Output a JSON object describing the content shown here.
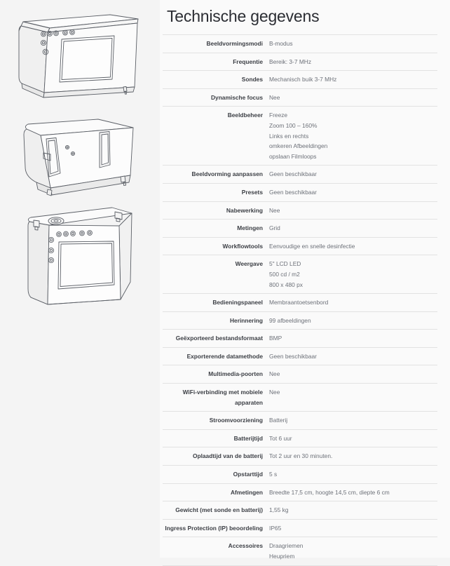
{
  "page": {
    "background_color": "#f4f4f4",
    "panel_background_color": "#fafafa",
    "divider_color": "#e2e2e2",
    "label_color": "#3c3f45",
    "value_color": "#6d7179",
    "title_color": "#2b2d33"
  },
  "illustrations": {
    "caption_none": "",
    "figures": [
      {
        "name": "device-front-angled-view",
        "alt": "Draaghare echografie-eenheid, voorzijde schuin bovenaanzicht met scherm en bedieningstoetsen"
      },
      {
        "name": "device-rear-angled-view",
        "alt": "Draagbare echografie-eenheid, achterzijde schuin aanzicht met riemgleuven"
      },
      {
        "name": "device-front-upright-view",
        "alt": "Draagbare echografie-eenheid, rechtopstaand vooraanzicht met scherm, toetsen en sondeaansluiting"
      }
    ]
  },
  "spec": {
    "title": "Technische gegevens",
    "rows": [
      {
        "label": "Beeldvormingsmodi",
        "values": [
          "B-modus"
        ]
      },
      {
        "label": "Frequentie",
        "values": [
          "Bereik: 3-7 MHz"
        ]
      },
      {
        "label": "Sondes",
        "values": [
          "Mechanisch buik 3-7 MHz"
        ]
      },
      {
        "label": "Dynamische focus",
        "values": [
          "Nee"
        ]
      },
      {
        "label": "Beeldbeheer",
        "values": [
          "Freeze",
          "Zoom 100 – 160%",
          "Links en rechts",
          "omkeren Afbeeldingen",
          "opslaan Filmloops"
        ]
      },
      {
        "label": "Beeldvorming aanpassen",
        "values": [
          "Geen beschikbaar"
        ]
      },
      {
        "label": "Presets",
        "values": [
          "Geen beschikbaar"
        ]
      },
      {
        "label": "Nabewerking",
        "values": [
          "Nee"
        ]
      },
      {
        "label": "Metingen",
        "values": [
          "Grid"
        ]
      },
      {
        "label": "Workflowtools",
        "values": [
          "Eenvoudige en snelle desinfectie"
        ]
      },
      {
        "label": "Weergave",
        "values": [
          "5\" LCD LED",
          "500 cd / m2",
          "800 x 480 px"
        ]
      },
      {
        "label": "Bedieningspaneel",
        "values": [
          "Membraantoetsenbord"
        ]
      },
      {
        "label": "Herinnering",
        "values": [
          "99 afbeeldingen"
        ]
      },
      {
        "label": "Geëxporteerd bestandsformaat",
        "values": [
          "BMP"
        ]
      },
      {
        "label": "Exporterende datamethode",
        "values": [
          "Geen beschikbaar"
        ]
      },
      {
        "label": "Multimedia-poorten",
        "values": [
          "Nee"
        ]
      },
      {
        "label": "WiFi-verbinding met mobiele apparaten",
        "label_lines": [
          "WiFi-verbinding met mobiele",
          "apparaten"
        ],
        "values": [
          "Nee"
        ]
      },
      {
        "label": "Stroomvoorziening",
        "values": [
          "Batterij"
        ]
      },
      {
        "label": "Batterijtijd",
        "values": [
          "Tot 6 uur"
        ]
      },
      {
        "label": "Oplaadtijd van de batterij",
        "values": [
          "Tot 2 uur en 30 minuten."
        ]
      },
      {
        "label": "Opstarttijd",
        "values": [
          "5 s"
        ]
      },
      {
        "label": "Afmetingen",
        "values": [
          "Breedte 17,5 cm, hoogte 14,5 cm, diepte 6 cm"
        ]
      },
      {
        "label": "Gewicht (met sonde en batterij)",
        "values": [
          "1,55 kg"
        ]
      },
      {
        "label": "Ingress Protection (IP) beoordeling",
        "values": [
          "IP65"
        ]
      },
      {
        "label": "Accessoires",
        "values": [
          "Draagriemen",
          "Heupriem"
        ]
      }
    ]
  }
}
